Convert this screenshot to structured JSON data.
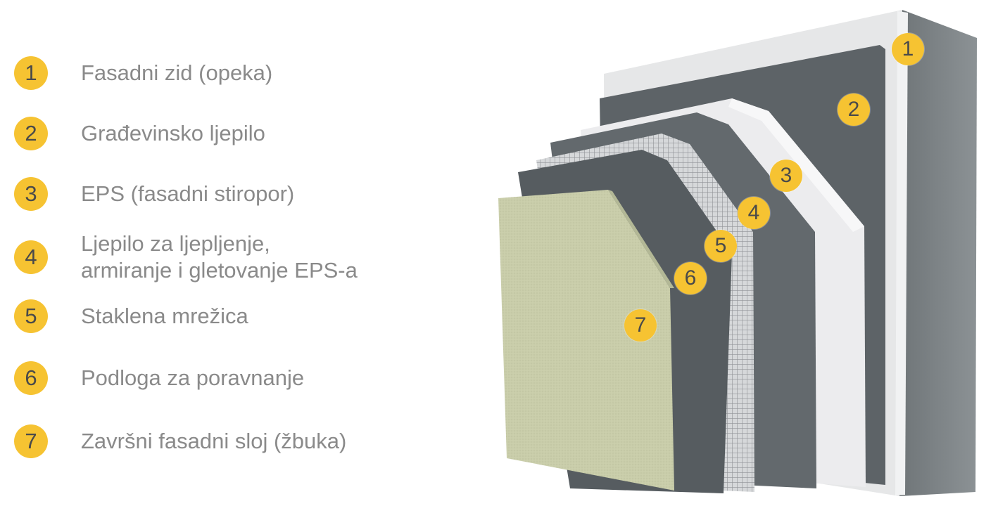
{
  "legend": {
    "items": [
      {
        "number": "1",
        "label": "Fasadni zid (opeka)"
      },
      {
        "number": "2",
        "label": "Građevinsko ljepilo"
      },
      {
        "number": "3",
        "label": "EPS (fasadni stiropor)"
      },
      {
        "number": "4",
        "label_line1": "Ljepilo za ljepljenje,",
        "label_line2": "armiranje i gletovanje EPS-a"
      },
      {
        "number": "5",
        "label": "Staklena mrežica"
      },
      {
        "number": "6",
        "label": "Podloga za poravnanje"
      },
      {
        "number": "7",
        "label": "Završni fasadni sloj (žbuka)"
      }
    ]
  },
  "diagram": {
    "markers": [
      "1",
      "2",
      "3",
      "4",
      "5",
      "6",
      "7"
    ]
  },
  "colors": {
    "badge": "#f6c332",
    "label_text": "#8a8a8a",
    "wall": "#7d8386",
    "adhesive": "#5f6569",
    "eps": "#ececee",
    "mesh": "#c9cbcd",
    "finish": "#c7cca7"
  }
}
